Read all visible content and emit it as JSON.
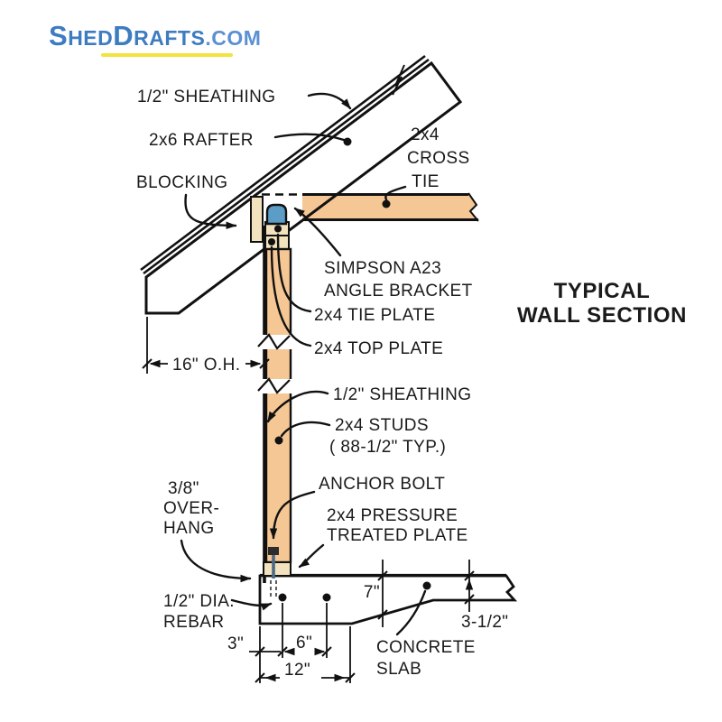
{
  "logo": {
    "full_text": "ShedDrafts.com",
    "seg_s": "S",
    "seg_hed": "HED",
    "seg_d": "D",
    "seg_rafts": "RAFTS",
    "seg_dotcom": ".COM",
    "color_main": "#3E7CC2",
    "color_com": "#5B90D2",
    "underline_color": "#F2E43C"
  },
  "title": {
    "line1": "TYPICAL",
    "line2": "WALL SECTION"
  },
  "labels": {
    "roof_sheathing": "1/2\" SHEATHING",
    "rafter": "2x6 RAFTER",
    "blocking": "BLOCKING",
    "cross_tie_l1": "2x4",
    "cross_tie_l2": "CROSS",
    "cross_tie_l3": "TIE",
    "bracket_l1": "SIMPSON A23",
    "bracket_l2": "ANGLE BRACKET",
    "tie_plate": "2x4 TIE PLATE",
    "top_plate": "2x4 TOP PLATE",
    "wall_sheathing": "1/2\" SHEATHING",
    "studs_l1": "2x4 STUDS",
    "studs_l2": "( 88-1/2\" TYP.)",
    "anchor_bolt": "ANCHOR BOLT",
    "pt_plate_l1": "2x4 PRESSURE",
    "pt_plate_l2": "TREATED PLATE",
    "overhang_l1": "3/8\"",
    "overhang_l2": "OVER-",
    "overhang_l3": "HANG",
    "rebar_l1": "1/2\" DIA.",
    "rebar_l2": "REBAR",
    "concrete_l1": "CONCRETE",
    "concrete_l2": "SLAB"
  },
  "dimensions": {
    "overhang": "16\" O.H.",
    "footing_depth": "7\"",
    "slab_thickness": "3-1/2\"",
    "edge_offset": "3\"",
    "rebar_spacing": "6\"",
    "footing_width": "12\""
  },
  "colors": {
    "wood": "#F5C795",
    "plate_wood": "#F2E2BE",
    "bracket_blue": "#5C9DC8",
    "concrete": "#E4E6E9",
    "bolt_steel": "#4A6B85",
    "line": "#111111"
  }
}
